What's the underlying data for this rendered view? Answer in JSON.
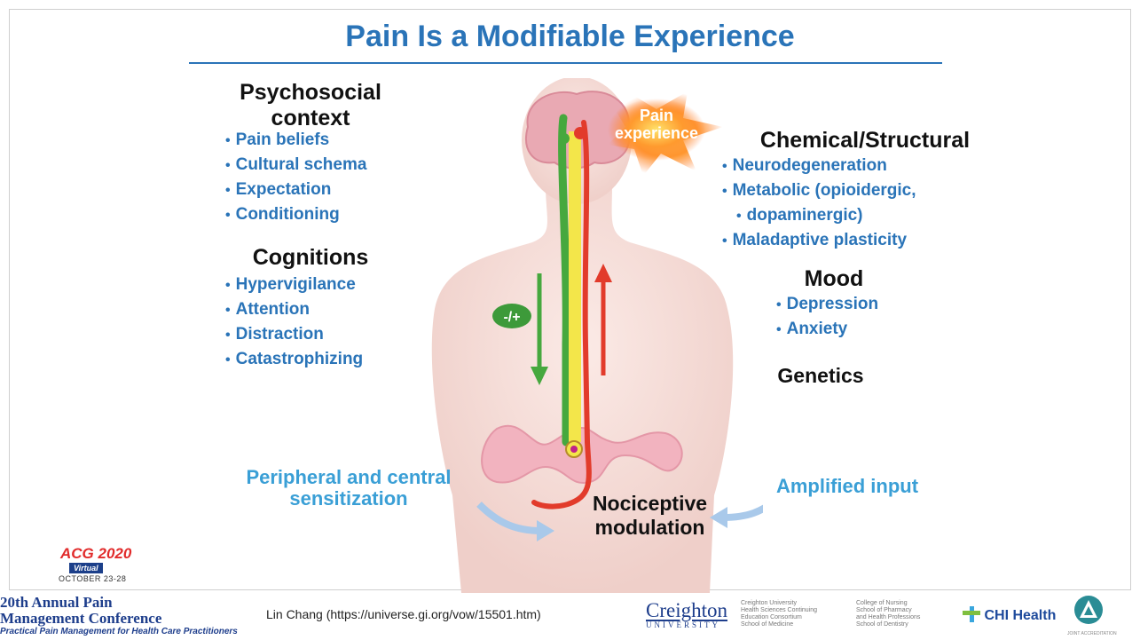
{
  "slide": {
    "title": "Pain Is a Modifiable Experience",
    "psychosocial": {
      "heading": "Psychosocial context",
      "items": [
        "Pain beliefs",
        "Cultural schema",
        "Expectation",
        "Conditioning"
      ]
    },
    "cognitions": {
      "heading": "Cognitions",
      "items": [
        "Hypervigilance",
        "Attention",
        "Distraction",
        "Catastrophizing"
      ]
    },
    "chemical": {
      "heading": "Chemical/Structural",
      "items": [
        "Neurodegeneration",
        "Metabolic (opioidergic,",
        "Maladaptive plasticity"
      ],
      "item_cont": "dopaminergic)"
    },
    "mood": {
      "heading": "Mood",
      "items": [
        "Depression",
        "Anxiety"
      ]
    },
    "genetics": "Genetics",
    "pain_experience": "Pain experience",
    "modulation_sign": "-/+",
    "peripheral": "Peripheral and central sensitization",
    "amplified": "Amplified input",
    "nociceptive": "Nociceptive modulation"
  },
  "footer": {
    "acg_logo": "ACG 2020",
    "acg_virtual": "Virtual",
    "acg_date": "OCTOBER 23-28",
    "conference_line1": "20th Annual Pain",
    "conference_line2": "Management Conference",
    "conference_tagline": "Practical Pain Management for Health Care Practitioners",
    "citation": "Lin Chang (https://universe.gi.org/vow/15501.htm)",
    "creighton": "Creighton",
    "creighton_sub": "UNIVERSITY",
    "creighton_block1": [
      "Creighton University",
      "Health Sciences Continuing",
      "Education Consortium",
      "School of Medicine"
    ],
    "creighton_block2": [
      "College of Nursing",
      "School of Pharmacy",
      "and Health Professions",
      "School of Dentistry"
    ],
    "chi": "CHI Health",
    "joint_label": "JOINT ACCREDITATION"
  }
}
